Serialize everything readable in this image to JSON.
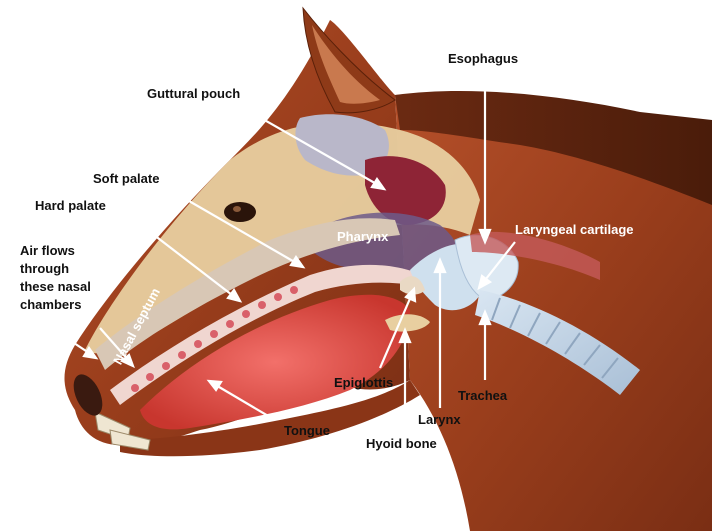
{
  "diagram": {
    "labels": {
      "guttural_pouch": "Guttural pouch",
      "esophagus": "Esophagus",
      "soft_palate": "Soft palate",
      "hard_palate": "Hard palate",
      "air_flows": "Air flows through these nasal chambers",
      "nasal_septum": "Nasal septum",
      "pharynx": "Pharynx",
      "laryngeal_cartilage": "Laryngeal cartilage",
      "epiglottis": "Epiglottis",
      "trachea": "Trachea",
      "larynx": "Larynx",
      "tongue": "Tongue",
      "hyoid_bone": "Hyoid bone"
    }
  }
}
